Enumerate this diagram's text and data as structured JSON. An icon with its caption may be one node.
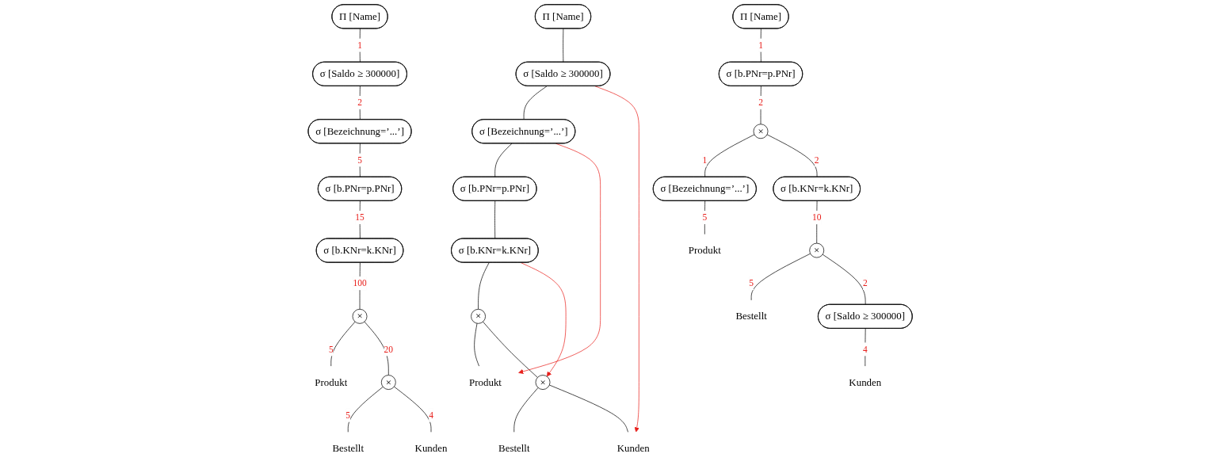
{
  "diagram": {
    "nodes": [
      {
        "text": [
          "Π [Name]"
        ]
      },
      {
        "text": [
          "σ [Saldo ≥ 300000]"
        ]
      },
      {
        "text": [
          "σ [Bezeichnung=’...’]"
        ]
      },
      {
        "text": [
          "σ [b.PNr=p.PNr]"
        ]
      },
      {
        "text": [
          "σ [b.KNr=k.KNr]"
        ]
      },
      {
        "text": [
          "×"
        ]
      },
      {
        "text": [
          "Produkt"
        ]
      },
      {
        "text": [
          "×"
        ]
      },
      {
        "text": [
          "Bestellt"
        ]
      },
      {
        "text": [
          "Kunden"
        ]
      },
      {
        "text": [
          "Π [Name]"
        ]
      },
      {
        "text": [
          "σ [Saldo ≥ 300000]"
        ]
      },
      {
        "text": [
          "σ [Bezeichnung=’...’]"
        ]
      },
      {
        "text": [
          "σ [b.PNr=p.PNr]"
        ]
      },
      {
        "text": [
          "σ [b.KNr=k.KNr]"
        ]
      },
      {
        "text": [
          "×"
        ]
      },
      {
        "text": [
          "Produkt"
        ]
      },
      {
        "text": [
          "×"
        ]
      },
      {
        "text": [
          "Bestellt"
        ]
      },
      {
        "text": [
          "Kunden"
        ]
      },
      {
        "text": [
          "Π [Name]"
        ]
      },
      {
        "text": [
          "σ [b.PNr=p.PNr]"
        ]
      },
      {
        "text": [
          "×"
        ]
      },
      {
        "text": [
          "σ [Bezeichnung=’...’]"
        ]
      },
      {
        "text": [
          "Produkt"
        ]
      },
      {
        "text": [
          "σ [b.KNr=k.KNr]"
        ]
      },
      {
        "text": [
          "×"
        ]
      },
      {
        "text": [
          "Bestellt"
        ]
      },
      {
        "text": [
          "σ [Saldo ≥ 300000]"
        ]
      },
      {
        "text": [
          "Kunden"
        ]
      }
    ],
    "edges": [
      {
        "from": 0,
        "to": 1,
        "arrow": "none",
        "label": "1"
      },
      {
        "from": 1,
        "to": 2,
        "arrow": "none",
        "label": "2"
      },
      {
        "from": 2,
        "to": 3,
        "arrow": "none",
        "label": "5"
      },
      {
        "from": 3,
        "to": 4,
        "arrow": "none",
        "label": "15"
      },
      {
        "from": 4,
        "to": 5,
        "arrow": "none",
        "label": "100"
      },
      {
        "from": 5,
        "to": 6,
        "arrow": "none",
        "label": "5"
      },
      {
        "from": 5,
        "to": 7,
        "arrow": "none",
        "label": "20"
      },
      {
        "from": 7,
        "to": 8,
        "arrow": "none",
        "label": "5"
      },
      {
        "from": 7,
        "to": 9,
        "arrow": "none",
        "label": "4"
      },
      {
        "from": 10,
        "to": 11,
        "arrow": "none"
      },
      {
        "from": 11,
        "to": 12,
        "arrow": "none"
      },
      {
        "from": 12,
        "to": 13,
        "arrow": "none"
      },
      {
        "from": 13,
        "to": 14,
        "arrow": "none"
      },
      {
        "from": 14,
        "to": 15,
        "arrow": "none"
      },
      {
        "from": 15,
        "to": 16,
        "arrow": "none"
      },
      {
        "from": 15,
        "to": 17,
        "arrow": "none"
      },
      {
        "from": 17,
        "to": 18,
        "arrow": "none"
      },
      {
        "from": 17,
        "to": 19,
        "arrow": "none"
      },
      {
        "from": 12,
        "to": 16,
        "arrow": "to",
        "color": "#e8201c"
      },
      {
        "from": 14,
        "to": 17,
        "arrow": "to",
        "color": "#e8201c"
      },
      {
        "from": 11,
        "to": 19,
        "arrow": "to",
        "color": "#e8201c"
      },
      {
        "from": 20,
        "to": 21,
        "arrow": "none",
        "label": "1"
      },
      {
        "from": 21,
        "to": 22,
        "arrow": "none",
        "label": "2"
      },
      {
        "from": 22,
        "to": 23,
        "arrow": "none",
        "label": "1"
      },
      {
        "from": 22,
        "to": 25,
        "arrow": "none",
        "label": "2"
      },
      {
        "from": 23,
        "to": 24,
        "arrow": "none",
        "label": "5"
      },
      {
        "from": 25,
        "to": 26,
        "arrow": "none",
        "label": "10"
      },
      {
        "from": 26,
        "to": 27,
        "arrow": "none",
        "label": "5"
      },
      {
        "from": 26,
        "to": 28,
        "arrow": "none",
        "label": "2"
      },
      {
        "from": 28,
        "to": 29,
        "arrow": "none",
        "label": "4"
      }
    ]
  }
}
